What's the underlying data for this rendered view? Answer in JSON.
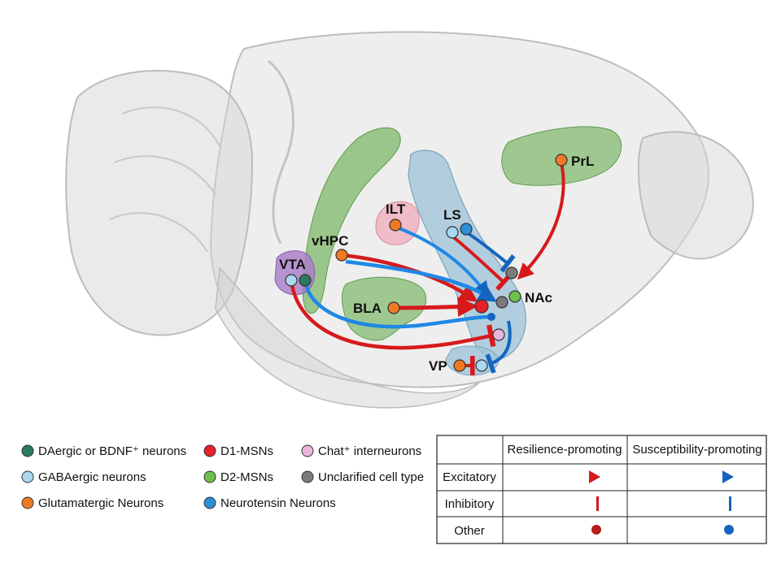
{
  "regions": {
    "prl": "PrL",
    "ilt": "ILT",
    "ls": "LS",
    "vhpc": "vHPC",
    "vta": "VTA",
    "bla": "BLA",
    "nac": "NAc",
    "vp": "VP"
  },
  "legend": {
    "items": [
      {
        "label": "DAergic or BDNF⁺ neurons",
        "color": "#2a7a63"
      },
      {
        "label": "GABAergic neurons",
        "color": "#a9d8f0"
      },
      {
        "label": "Glutamatergic Neurons",
        "color": "#f07a24"
      },
      {
        "label": "D1-MSNs",
        "color": "#e8202a"
      },
      {
        "label": "D2-MSNs",
        "color": "#6cc24a"
      },
      {
        "label": "Neurotensin Neurons",
        "color": "#2b8fd6"
      },
      {
        "label": "Chat⁺ interneurons",
        "color": "#e8b6dc"
      },
      {
        "label": "Unclarified cell type",
        "color": "#7b7b7b"
      }
    ]
  },
  "projection_table": {
    "columns": [
      "Resilience-promoting",
      "Susceptibility-promoting"
    ],
    "rows": [
      "Excitatory",
      "Inhibitory",
      "Other"
    ]
  },
  "colors": {
    "resilience": "#d7191c",
    "susceptibility": "#1565c0",
    "amygdala_green": "#7db86a",
    "septal_blue": "#9ec3d8",
    "thalamic_pink": "#f0b3c0",
    "vta_purple": "#a77bc7"
  }
}
